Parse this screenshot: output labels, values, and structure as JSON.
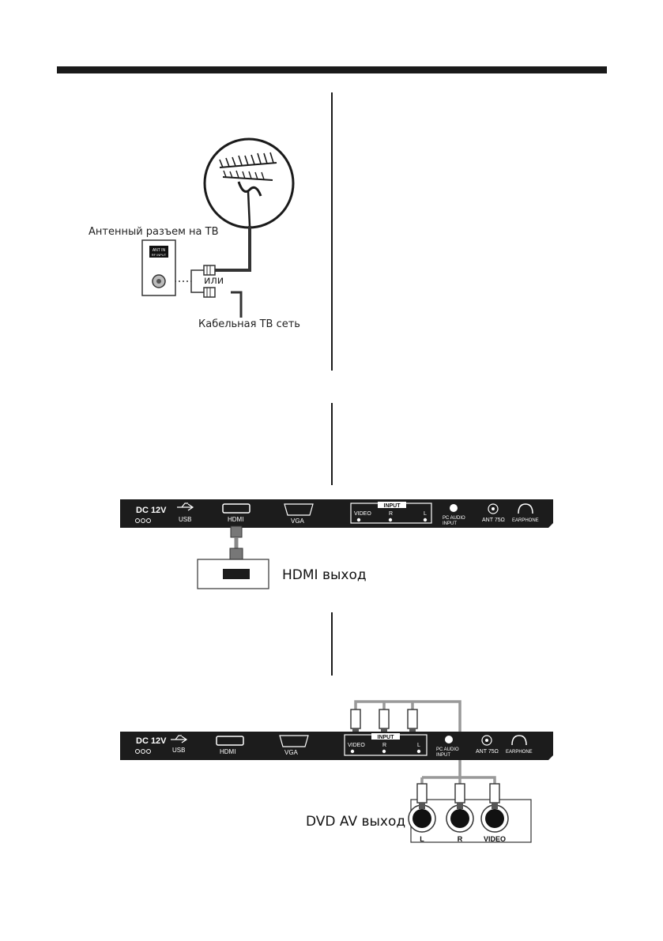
{
  "antenna_section": {
    "tv_antenna_jack_label": "Антенный разъем на ТВ",
    "or_label": "или",
    "cable_network_label": "Кабельная ТВ сеть",
    "jack_badge_line1": "ANT IN",
    "jack_badge_line2": "RF INPUT"
  },
  "panel": {
    "dc_label": "DC 12V",
    "usb_label": "USB",
    "hdmi_label": "HDMI",
    "vga_label": "VGA",
    "input_label": "INPUT",
    "video_label": "VIDEO",
    "r_label": "R",
    "l_label": "L",
    "pc_audio_line1": "PC AUDIO",
    "pc_audio_line2": "INPUT",
    "ant_label": "ANT 75Ω",
    "earphone_label": "EARPHONE"
  },
  "hdmi_section": {
    "output_label": "HDMI выход"
  },
  "dvd_section": {
    "output_label": "DVD AV выход",
    "jack_l": "L",
    "jack_r": "R",
    "jack_video": "VIDEO"
  }
}
